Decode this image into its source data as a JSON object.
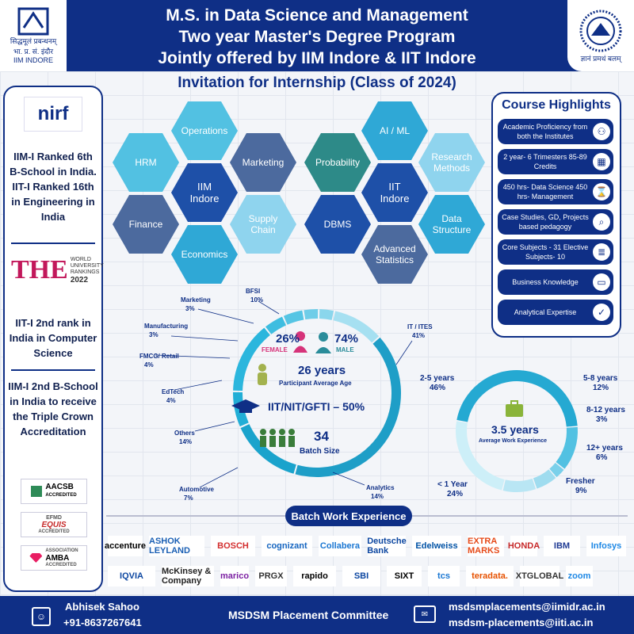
{
  "header": {
    "line1": "M.S. in Data Science and Management",
    "line2": "Two year Master's Degree Program",
    "line3": "Jointly offered by IIM Indore & IIT Indore",
    "logo_left_line1": "सिद्धमूलं प्रबन्धनम्",
    "logo_left_line2": "भा. प्र. सं. इंदौर",
    "logo_left_line3": "IIM INDORE",
    "logo_right_text": "ज्ञानं प्रमथं बलम्"
  },
  "subtitle": "Invitation for Internship (Class of 2024)",
  "left_panel": {
    "nirf": "nirf",
    "rank1": "IIM-I Ranked 6th B-School in India. IIT-I Ranked 16th in Engineering in India",
    "the_brand": "THE",
    "the_sub1": "WORLD",
    "the_sub2": "UNIVERSITY",
    "the_sub3": "RANKINGS",
    "the_year": "2022",
    "rank2": "IIT-I 2nd rank in India in Computer Science",
    "rank3": "IIM-I 2nd B-School in India to receive the Triple Crown Accreditation",
    "aacsb": "AACSB",
    "aacsb_sub": "ACCREDITED",
    "equis_top": "EFMD",
    "equis": "EQUIS",
    "equis_sub": "ACCREDITED",
    "amba": "AMBA",
    "amba_sub": "ACCREDITED",
    "amba_top": "ASSOCIATION"
  },
  "hex_left": {
    "operations": "Operations",
    "hrm": "HRM",
    "marketing": "Marketing",
    "center": "IIM Indore",
    "finance": "Finance",
    "supply_chain": "Supply Chain",
    "economics": "Economics"
  },
  "hex_right": {
    "ai_ml": "AI / ML",
    "probability": "Probability",
    "research": "Research Methods",
    "center": "IIT Indore",
    "dbms": "DBMS",
    "data_structure": "Data Structure",
    "adv_stats": "Advanced Statistics"
  },
  "course_highlights": {
    "title": "Course Highlights",
    "items": [
      {
        "text": "Academic Proficiency from both the Institutes",
        "icon": "handshake-icon",
        "glyph": "⚇"
      },
      {
        "text": "2 year- 6 Trimesters 85-89 Credits",
        "icon": "calendar-icon",
        "glyph": "▦"
      },
      {
        "text": "450 hrs- Data Science 450 hrs- Management",
        "icon": "hourglass-icon",
        "glyph": "⌛"
      },
      {
        "text": "Case Studies, GD, Projects based pedagogy",
        "icon": "magnifier-doc-icon",
        "glyph": "⌕"
      },
      {
        "text": "Core Subjects - 31 Elective Subjects- 10",
        "icon": "books-icon",
        "glyph": "≣"
      },
      {
        "text": "Business Knowledge",
        "icon": "briefcase-icon",
        "glyph": "▭"
      },
      {
        "text": "Analytical Expertise",
        "icon": "checklist-icon",
        "glyph": "✓"
      }
    ]
  },
  "stats": {
    "female_pct": "26%",
    "female_label": "FEMALE",
    "male_pct": "74%",
    "male_label": "MALE",
    "age": "26 years",
    "age_label": "Participant Average Age",
    "institutes": "IIT/NIT/GFTI – 50%",
    "batch_size": "34",
    "batch_label": "Batch Size",
    "work_exp": "3.5 years",
    "work_exp_label": "Average Work Experience"
  },
  "sector_labels": [
    {
      "name": "BFSI",
      "pct": "10%"
    },
    {
      "name": "IT / ITES",
      "pct": "41%"
    },
    {
      "name": "Analytics",
      "pct": "14%"
    },
    {
      "name": "Automotive",
      "pct": "7%"
    },
    {
      "name": "Others",
      "pct": "14%"
    },
    {
      "name": "EdTech",
      "pct": "4%"
    },
    {
      "name": "FMCG/ Retail",
      "pct": "4%"
    },
    {
      "name": "Manufacturing",
      "pct": "3%"
    },
    {
      "name": "Marketing",
      "pct": "3%"
    }
  ],
  "experience_labels": [
    {
      "name": "2-5 years",
      "pct": "46%"
    },
    {
      "name": "5-8 years",
      "pct": "12%"
    },
    {
      "name": "8-12 years",
      "pct": "3%"
    },
    {
      "name": "12+ years",
      "pct": "6%"
    },
    {
      "name": "Fresher",
      "pct": "9%"
    },
    {
      "name": "< 1 Year",
      "pct": "24%"
    }
  ],
  "chart_data": [
    {
      "type": "pie",
      "categories": [
        "IT / ITES",
        "Analytics",
        "Automotive",
        "Others",
        "EdTech",
        "FMCG/ Retail",
        "Manufacturing",
        "Marketing",
        "BFSI"
      ],
      "values": [
        41,
        14,
        7,
        14,
        4,
        4,
        3,
        3,
        10
      ],
      "colors": [
        "#1e9ec7",
        "#1aa3cc",
        "#21aed6",
        "#2bb6dd",
        "#3ebde0",
        "#56c5e4",
        "#6fcde8",
        "#8ad6ec",
        "#a6e0f1"
      ]
    },
    {
      "type": "pie",
      "categories": [
        "2-5 years",
        "5-8 years",
        "8-12 years",
        "12+ years",
        "Fresher",
        "< 1 Year"
      ],
      "values": [
        46,
        12,
        3,
        6,
        9,
        24
      ],
      "colors": [
        "#25a9d2",
        "#52c1e2",
        "#7ad0ea",
        "#9fdcef",
        "#b9e6f4",
        "#cdeff8"
      ]
    }
  ],
  "batch_work_experience": "Batch Work Experience",
  "companies_row1": [
    "accenture",
    "ASHOK LEYLAND",
    "BOSCH",
    "cognizant",
    "Collabera",
    "Deutsche Bank",
    "Edelweiss",
    "EXTRA MARKS",
    "HONDA",
    "IBM",
    "Infosys"
  ],
  "companies_row2": [
    "IQVIA",
    "McKinsey & Company",
    "marico",
    "PRGX",
    "rapido",
    "SBI",
    "SIXT",
    "tcs",
    "teradata.",
    "XTGLOBAL",
    "zoom"
  ],
  "footer": {
    "name": "Abhisek Sahoo",
    "phone": "+91-8637267641",
    "committee": "MSDSM Placement Committee",
    "email1": "msdsmplacements@iimidr.ac.in",
    "email2": "msdsm-placements@iiti.ac.in"
  }
}
